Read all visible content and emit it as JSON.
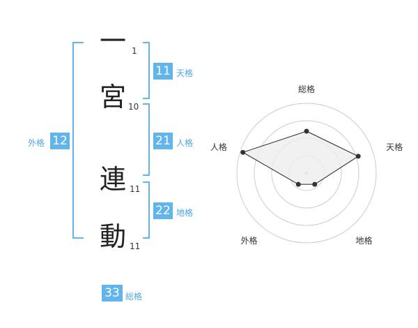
{
  "name": {
    "chars": [
      {
        "char": "一",
        "strokes": "1"
      },
      {
        "char": "宮",
        "strokes": "10"
      },
      {
        "char": "連",
        "strokes": "11"
      },
      {
        "char": "動",
        "strokes": "11"
      }
    ]
  },
  "kaku": {
    "tenkaku": {
      "value": "11",
      "label": "天格"
    },
    "jinkaku": {
      "value": "21",
      "label": "人格"
    },
    "chikaku": {
      "value": "22",
      "label": "地格"
    },
    "gaikaku": {
      "value": "12",
      "label": "外格"
    },
    "soukaku": {
      "value": "33",
      "label": "総格"
    }
  },
  "chart_data": {
    "type": "radar",
    "axes": [
      "総格",
      "天格",
      "地格",
      "外格",
      "人格"
    ],
    "values": [
      0.6,
      0.78,
      0.2,
      0.2,
      0.96
    ],
    "range": [
      0,
      1
    ],
    "rings": 4,
    "colors": {
      "fill": "#eeeeee",
      "line": "#222222",
      "grid": "#cccccc",
      "center": "#cccccc"
    }
  },
  "colors": {
    "accent": "#62b5ea"
  }
}
